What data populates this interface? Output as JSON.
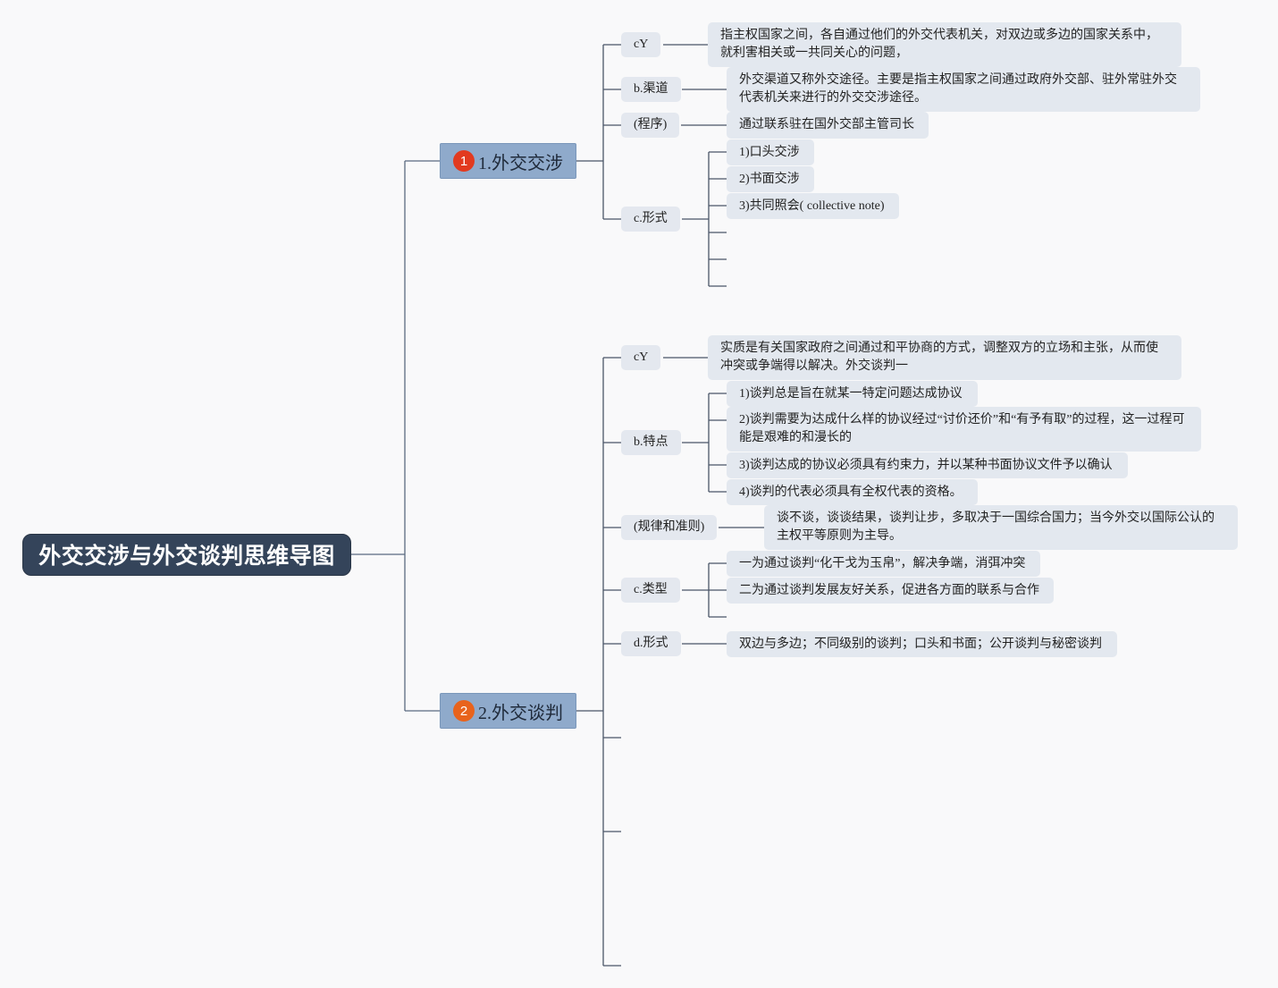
{
  "root": {
    "title": "外交交涉与外交谈判思维导图"
  },
  "branch1": {
    "num": "1",
    "title": "1.外交交涉",
    "badge_color": "#e23a1f",
    "def_label": "cY",
    "def_text": "指主权国家之间，各自通过他们的外交代表机关，对双边或多边的国家关系中，就利害相关或一共同关心的问题，",
    "channel_label": "b.渠道",
    "channel_text": "外交渠道又称外交途径。主要是指主权国家之间通过政府外交部、驻外常驻外交代表机关来进行的外交交涉途径。",
    "procedure_label": "(程序)",
    "procedure_text": "通过联系驻在国外交部主管司长",
    "form_label": "c.形式",
    "forms": [
      "1)口头交涉",
      "2)书面交涉",
      "3)共同照会( collective note)"
    ]
  },
  "branch2": {
    "num": "2",
    "title": "2.外交谈判",
    "badge_color": "#e8631c",
    "def_label": "cY",
    "def_text": "实质是有关国家政府之间通过和平协商的方式，调整双方的立场和主张，从而使冲突或争端得以解决。外交谈判一",
    "features_label": "b.特点",
    "features": [
      "1)谈判总是旨在就某一特定问题达成协议",
      "2)谈判需要为达成什么样的协议经过“讨价还价”和“有予有取”的过程，这一过程可能是艰难的和漫长的",
      "3)谈判达成的协议必须具有约束力，并以某种书面协议文件予以确认",
      "4)谈判的代表必须具有全权代表的资格。"
    ],
    "rules_label": "(规律和准则)",
    "rules_text": "谈不谈，谈谈结果，谈判让步，多取决于一国综合国力；当今外交以国际公认的主权平等原则为主导。",
    "types_label": "c.类型",
    "types": [
      "一为通过谈判“化干戈为玉帛”，解决争端，消弭冲突",
      "二为通过谈判发展友好关系，促进各方面的联系与合作"
    ],
    "forms_label": "d.形式",
    "forms_text": "双边与多边；不同级别的谈判；口头和书面；公开谈判与秘密谈判"
  }
}
